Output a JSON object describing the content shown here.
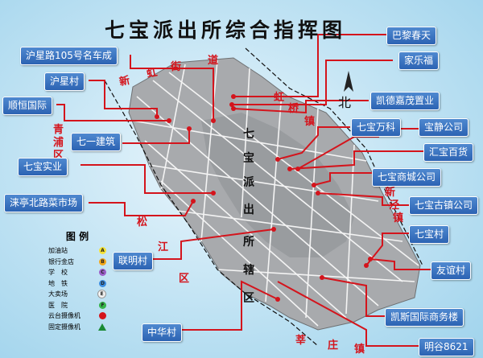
{
  "title": "七宝派出所综合指挥图",
  "north_label": "北",
  "roads": {
    "huhong_street_1": "新",
    "huhong_street_2": "虹",
    "huhong_street_3": "街",
    "huhong_street_4": "道",
    "qingpu_1": "青",
    "qingpu_2": "浦",
    "qingpu_3": "区",
    "songjiang_1": "松",
    "songjiang_2": "江",
    "songjiang_3": "区",
    "xinzhuang_1": "莘",
    "xinzhuang_2": "庄",
    "xinzhuang_3": "镇",
    "hongqiao_1": "虹",
    "hongqiao_2": "桥",
    "hongqiao_3": "镇",
    "xinjing_1": "新",
    "xinjing_2": "泾",
    "xinjing_3": "镇"
  },
  "district_chars": [
    "七",
    "宝",
    "派",
    "出",
    "所",
    "辖",
    "区"
  ],
  "labels": {
    "huxinglu": "沪星路105号名车成",
    "huxingcun": "沪星村",
    "shunheng": "顺恒国际",
    "qiyijian": "七一建筑",
    "qibaoshiye": "七宝实业",
    "laitingbei": "涞亭北路菜市场",
    "lianming": "联明村",
    "zhonghua": "中华村",
    "balichun": "巴黎春天",
    "jialefu": "家乐福",
    "kaideji": "凯德嘉茂置业",
    "qibaowanke": "七宝万科",
    "baojing": "宝静公司",
    "huibao": "汇宝百货",
    "qibaoshangcheng": "七宝商城公司",
    "qibaoguzhen": "七宝古镇公司",
    "qibaocun": "七宝村",
    "youyi": "友谊村",
    "kaisi": "凯斯国际商务楼",
    "minggu": "明谷8621"
  },
  "legend": {
    "title": "图 例",
    "items": [
      {
        "label": "加油站",
        "symbol": "A",
        "color": "#f5e236"
      },
      {
        "label": "银行金店",
        "symbol": "B",
        "color": "#f2a71a"
      },
      {
        "label": "学　校",
        "symbol": "C",
        "color": "#9b5fc8"
      },
      {
        "label": "地　铁",
        "symbol": "D",
        "color": "#3c8de0"
      },
      {
        "label": "大卖场",
        "symbol": "E",
        "color": "#f0f0f0"
      },
      {
        "label": "医　院",
        "symbol": "F",
        "color": "#35b44a"
      },
      {
        "label": "云台摄像机",
        "symbol": "dot",
        "color": "#d4141c"
      },
      {
        "label": "固定摄像机",
        "symbol": "triangle",
        "color": "#1a8a34"
      }
    ]
  },
  "colors": {
    "accent_red": "#d4141c",
    "label_blue": "#2c63b3",
    "map_gray": "#a7a9ac",
    "background": "#bfe2f3"
  }
}
